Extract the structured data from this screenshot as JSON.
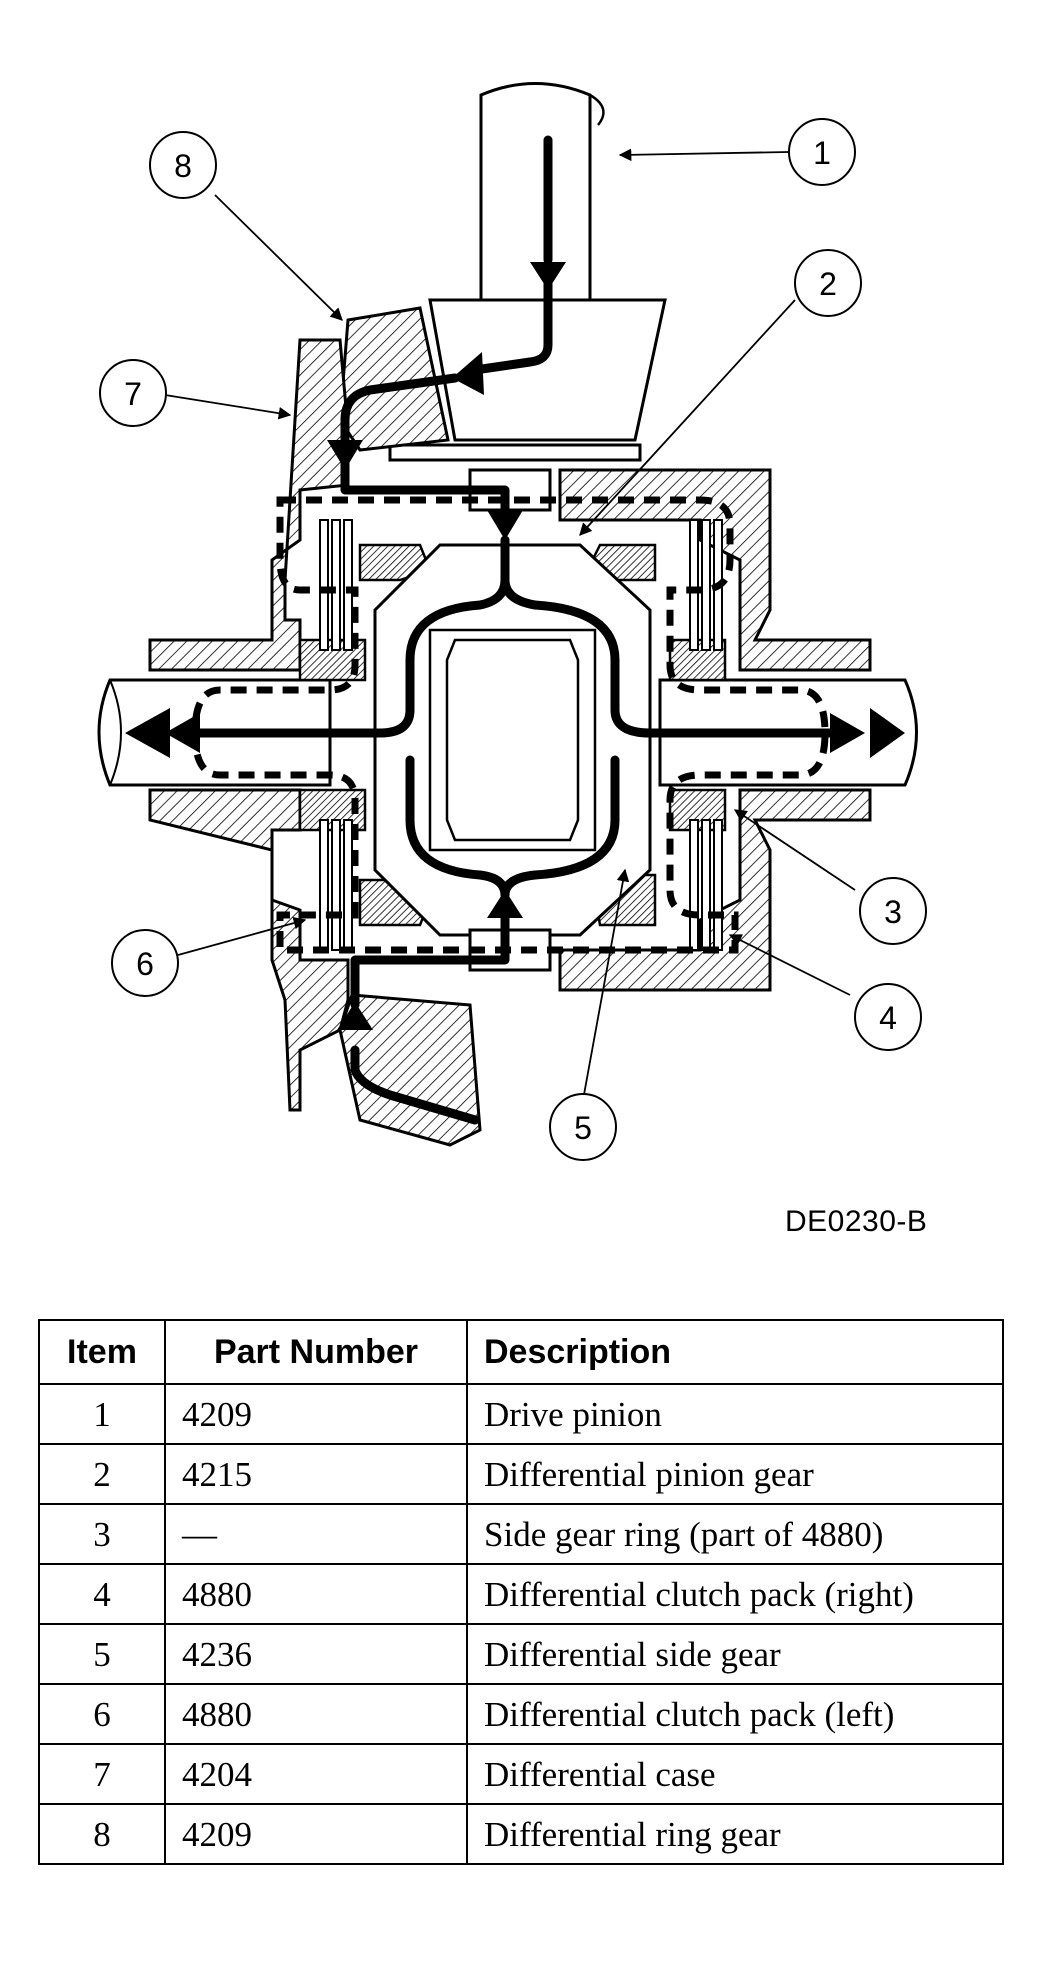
{
  "diagram": {
    "callouts": [
      "1",
      "2",
      "3",
      "4",
      "5",
      "6",
      "7",
      "8"
    ],
    "figure_code": "DE0230-B"
  },
  "table": {
    "headers": {
      "item": "Item",
      "part_number": "Part Number",
      "description": "Description"
    },
    "rows": [
      {
        "item": "1",
        "part_number": "4209",
        "description": "Drive pinion"
      },
      {
        "item": "2",
        "part_number": "4215",
        "description": "Differential pinion gear"
      },
      {
        "item": "3",
        "part_number": "—",
        "description": "Side gear ring (part of 4880)"
      },
      {
        "item": "4",
        "part_number": "4880",
        "description": "Differential clutch pack (right)"
      },
      {
        "item": "5",
        "part_number": "4236",
        "description": "Differential side gear"
      },
      {
        "item": "6",
        "part_number": "4880",
        "description": "Differential clutch pack (left)"
      },
      {
        "item": "7",
        "part_number": "4204",
        "description": "Differential case"
      },
      {
        "item": "8",
        "part_number": "4209",
        "description": "Differential ring gear"
      }
    ]
  }
}
